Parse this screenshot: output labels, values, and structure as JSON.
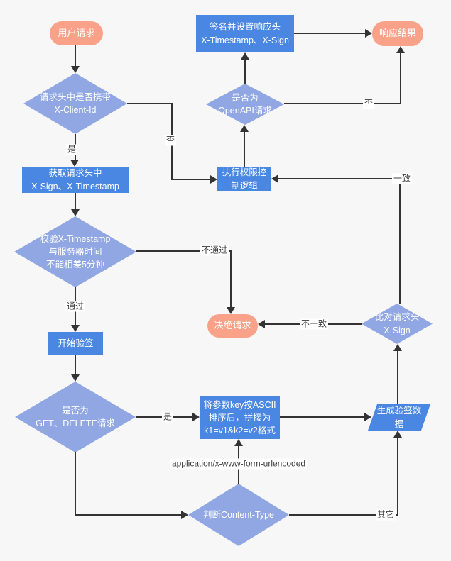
{
  "nodes": {
    "user_request": "用户请求",
    "sign_response": "签名并设置响应头\nX-Timestamp、X-Sign",
    "response_result": "响应结果",
    "check_client_id": "请求头中是否携带\nX-Client-Id",
    "check_openapi": "是否为\nOpenAPI请求",
    "get_headers": "获取请求头中\nX-Sign、X-Timestamp",
    "exec_permission": "执行权限控\n制逻辑",
    "check_timestamp": "校验X-Timestamp\n与服务器时间\n不能相差5分钟",
    "reject_request": "决绝请求",
    "compare_sign": "比对请求头\nX-Sign",
    "start_verify": "开始验签",
    "check_get_delete": "是否为\nGET、DELETE请求",
    "sort_params": "将参数key按ASCII\n排序后，拼接为\nk1=v1&k2=v2格式",
    "gen_sign_data": "生成验签数\n据",
    "check_content_type": "判断Content-Type"
  },
  "edge_labels": {
    "client_id_yes": "是",
    "client_id_no": "否",
    "openapi_no": "否",
    "sign_match": "一致",
    "sign_not_match": "不一致",
    "timestamp_pass": "通过",
    "timestamp_not_pass": "不通过",
    "get_delete_yes": "是",
    "content_type_form": "application/x-www-form-urlencoded",
    "content_type_other": "其它"
  },
  "colors": {
    "background": "#f7f7f7",
    "process_fill": "#4a87e2",
    "decision_fill": "#91a7e3",
    "terminal_fill": "#f9a289",
    "connector": "#333333",
    "node_text": "#ffffff",
    "edge_label_text": "#3d3d3d"
  }
}
